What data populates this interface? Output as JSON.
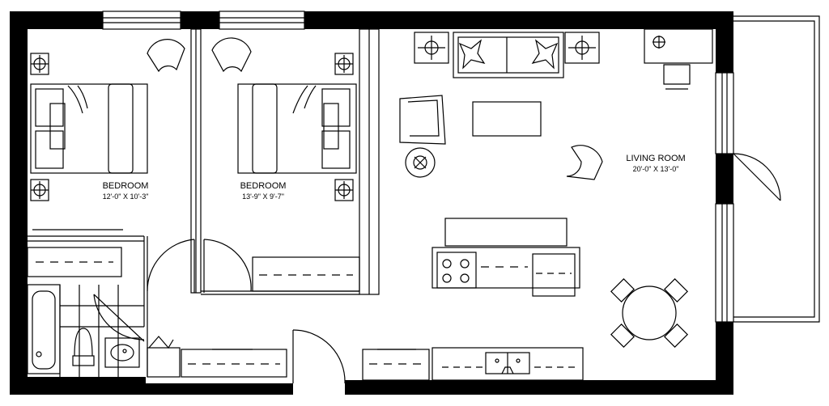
{
  "rooms": [
    {
      "name": "BEDROOM",
      "dims": "12'-0\" X 10'-3\""
    },
    {
      "name": "BEDROOM",
      "dims": "13'-9\" X 9'-7\""
    },
    {
      "name": "LIVING ROOM",
      "dims": "20'-0\" X 13'-0\""
    }
  ],
  "colors": {
    "wall": "#000000",
    "line": "#000000",
    "background": "#ffffff"
  }
}
